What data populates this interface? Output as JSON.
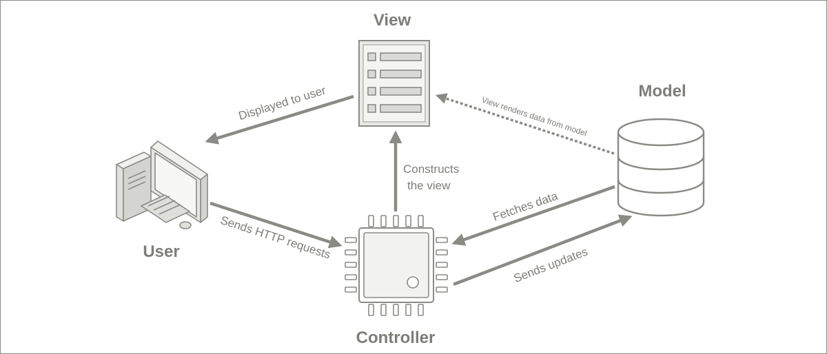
{
  "nodes": {
    "view": {
      "label": "View"
    },
    "model": {
      "label": "Model"
    },
    "user": {
      "label": "User"
    },
    "controller": {
      "label": "Controller"
    }
  },
  "edges": {
    "displayed_to_user": {
      "label": "Displayed to user"
    },
    "view_renders_data": {
      "label": "View renders data from model"
    },
    "constructs_view": {
      "line1": "Constructs",
      "line2": "the view"
    },
    "fetches_data": {
      "label": "Fetches data"
    },
    "sends_updates": {
      "label": "Sends updates"
    },
    "sends_http_requests": {
      "label": "Sends HTTP requests"
    }
  },
  "colors": {
    "stroke": "#8a8a86",
    "text": "#7d7d79",
    "fill_light": "#e4e4e1"
  }
}
